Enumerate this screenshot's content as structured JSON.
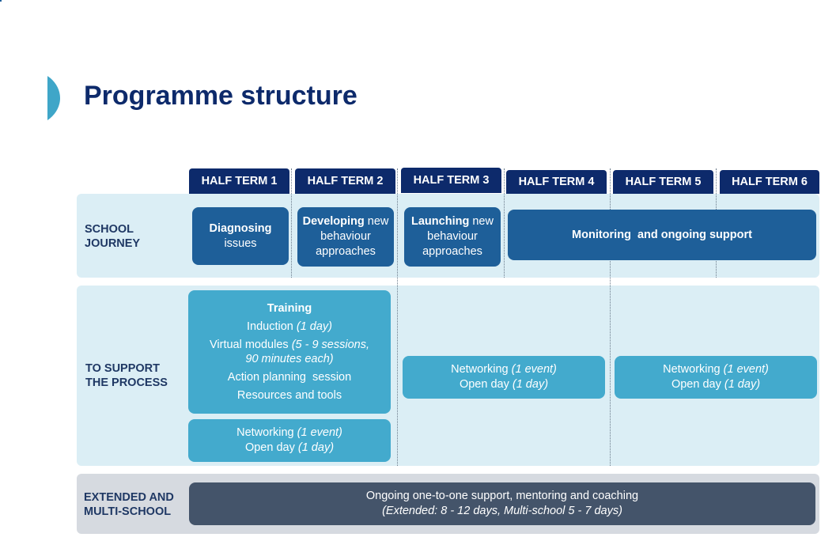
{
  "title": "Programme structure",
  "half_terms": [
    "HALF TERM 1",
    "HALF TERM 2",
    "HALF TERM 3",
    "HALF TERM 4",
    "HALF TERM 5",
    "HALF TERM 6"
  ],
  "rows": {
    "school_journey": {
      "label_1": "SCHOOL",
      "label_2": "JOURNEY"
    },
    "support": {
      "label_1": "TO SUPPORT",
      "label_2": "THE PROCESS"
    },
    "extended": {
      "label_1": "EXTENDED AND",
      "label_2": "MULTI-SCHOOL"
    }
  },
  "journey": {
    "diagnosing": {
      "bold": "Diagnosing",
      "rest": "issues"
    },
    "developing": {
      "bold": "Developing",
      "rest_1": " new",
      "rest_2": "behaviour",
      "rest_3": "approaches"
    },
    "launching": {
      "bold": "Launching",
      "rest_1": " new",
      "rest_2": "behaviour",
      "rest_3": "approaches"
    },
    "monitoring": "Monitoring  and ongoing support"
  },
  "training": {
    "heading": "Training",
    "induction": "Induction ",
    "induction_note": "(1 day)",
    "virtual": "Virtual modules ",
    "virtual_note_1": "(5 - 9 sessions,",
    "virtual_note_2": "90 minutes each)",
    "action": "Action planning  session",
    "resources": "Resources and tools"
  },
  "networking": {
    "label": "Networking ",
    "note": "(1 event)",
    "open": "Open day ",
    "open_note": "(1 day)"
  },
  "ongoing": {
    "line_1": "Ongoing one-to-one support, mentoring and coaching",
    "line_2": "(Extended: 8 - 12 days, Multi-school 5 - 7 days)"
  },
  "colors": {
    "navy": "#0d2a6b",
    "dark_blue": "#1e5f99",
    "light_blue": "#43aacd",
    "slate": "#44546a",
    "band": "#dbeef5",
    "accent": "#3fa6c8"
  }
}
